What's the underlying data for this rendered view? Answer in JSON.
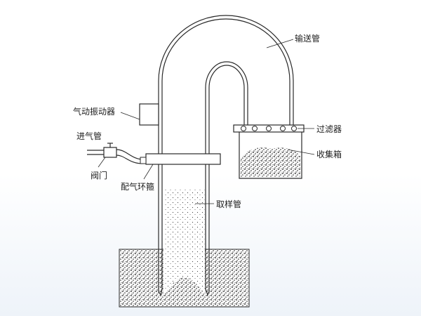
{
  "labels": {
    "conveyor_pipe": "输送管",
    "pneumatic_vibrator": "气动振动器",
    "filter": "过滤器",
    "collection_box": "收集箱",
    "air_inlet_pipe": "进气管",
    "valve": "阀门",
    "air_ring": "配气环箍",
    "sampling_pipe": "取样管"
  },
  "colors": {
    "line": "#2a2a2a",
    "powder": "#1a1a1a",
    "background_bottom": "#eef3f9"
  }
}
